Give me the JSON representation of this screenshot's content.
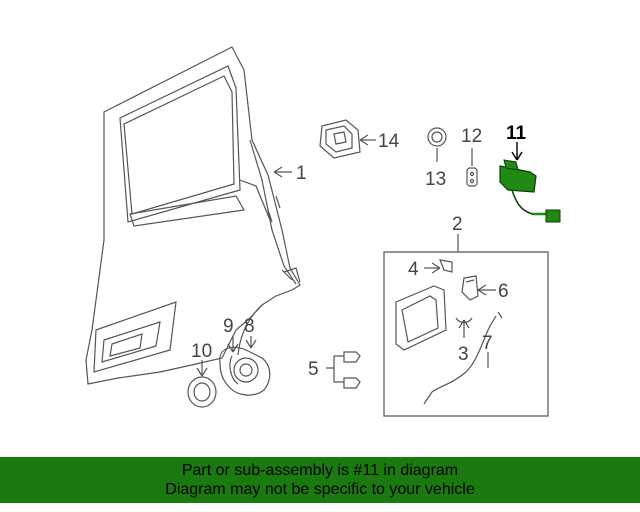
{
  "callouts": {
    "c1": "1",
    "c2": "2",
    "c3": "3",
    "c4": "4",
    "c5": "5",
    "c6": "6",
    "c7": "7",
    "c8": "8",
    "c9": "9",
    "c10": "10",
    "c11": "11",
    "c12": "12",
    "c13": "13",
    "c14": "14"
  },
  "highlight_part": "11",
  "colors": {
    "footer_bg": "#1a7a10",
    "highlight_part_fill": "#1f8a14"
  },
  "footer": {
    "line1": "Part or sub-assembly is #11 in diagram",
    "line2": "Diagram may not be specific to your vehicle"
  }
}
